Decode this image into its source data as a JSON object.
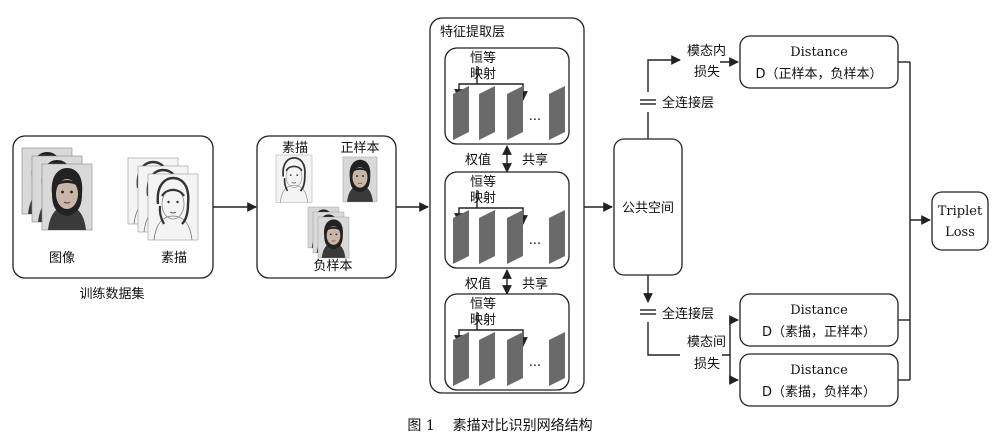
{
  "dataset": {
    "title": "训练数据集",
    "image_label": "图像",
    "sketch_label": "素描"
  },
  "triplet": {
    "sketch_label": "素描",
    "positive_label": "正样本",
    "negative_label": "负样本"
  },
  "feature_layer": {
    "title": "特征提取层",
    "identity_mapping_line1": "恒等",
    "identity_mapping_line2": "映射",
    "dots": "...",
    "share_left": "权值",
    "share_right": "共享"
  },
  "common_space": "公共空间",
  "fc_label": "全连接层",
  "intra_loss": {
    "line1": "模态内",
    "line2": "损失"
  },
  "inter_loss": {
    "line1": "模态间",
    "line2": "损失"
  },
  "distances": [
    {
      "title": "Distance",
      "formula": "D（正样本，负样本）"
    },
    {
      "title": "Distance",
      "formula": "D（素描，正样本）"
    },
    {
      "title": "Distance",
      "formula": "D（素描，负样本）"
    }
  ],
  "triplet_loss": {
    "line1": "Triplet",
    "line2": "Loss"
  },
  "caption": "图 1    素描对比识别网络结构",
  "colors": {
    "stroke": "#222222",
    "sheet": "#6a6a6a",
    "background": "#ffffff"
  }
}
